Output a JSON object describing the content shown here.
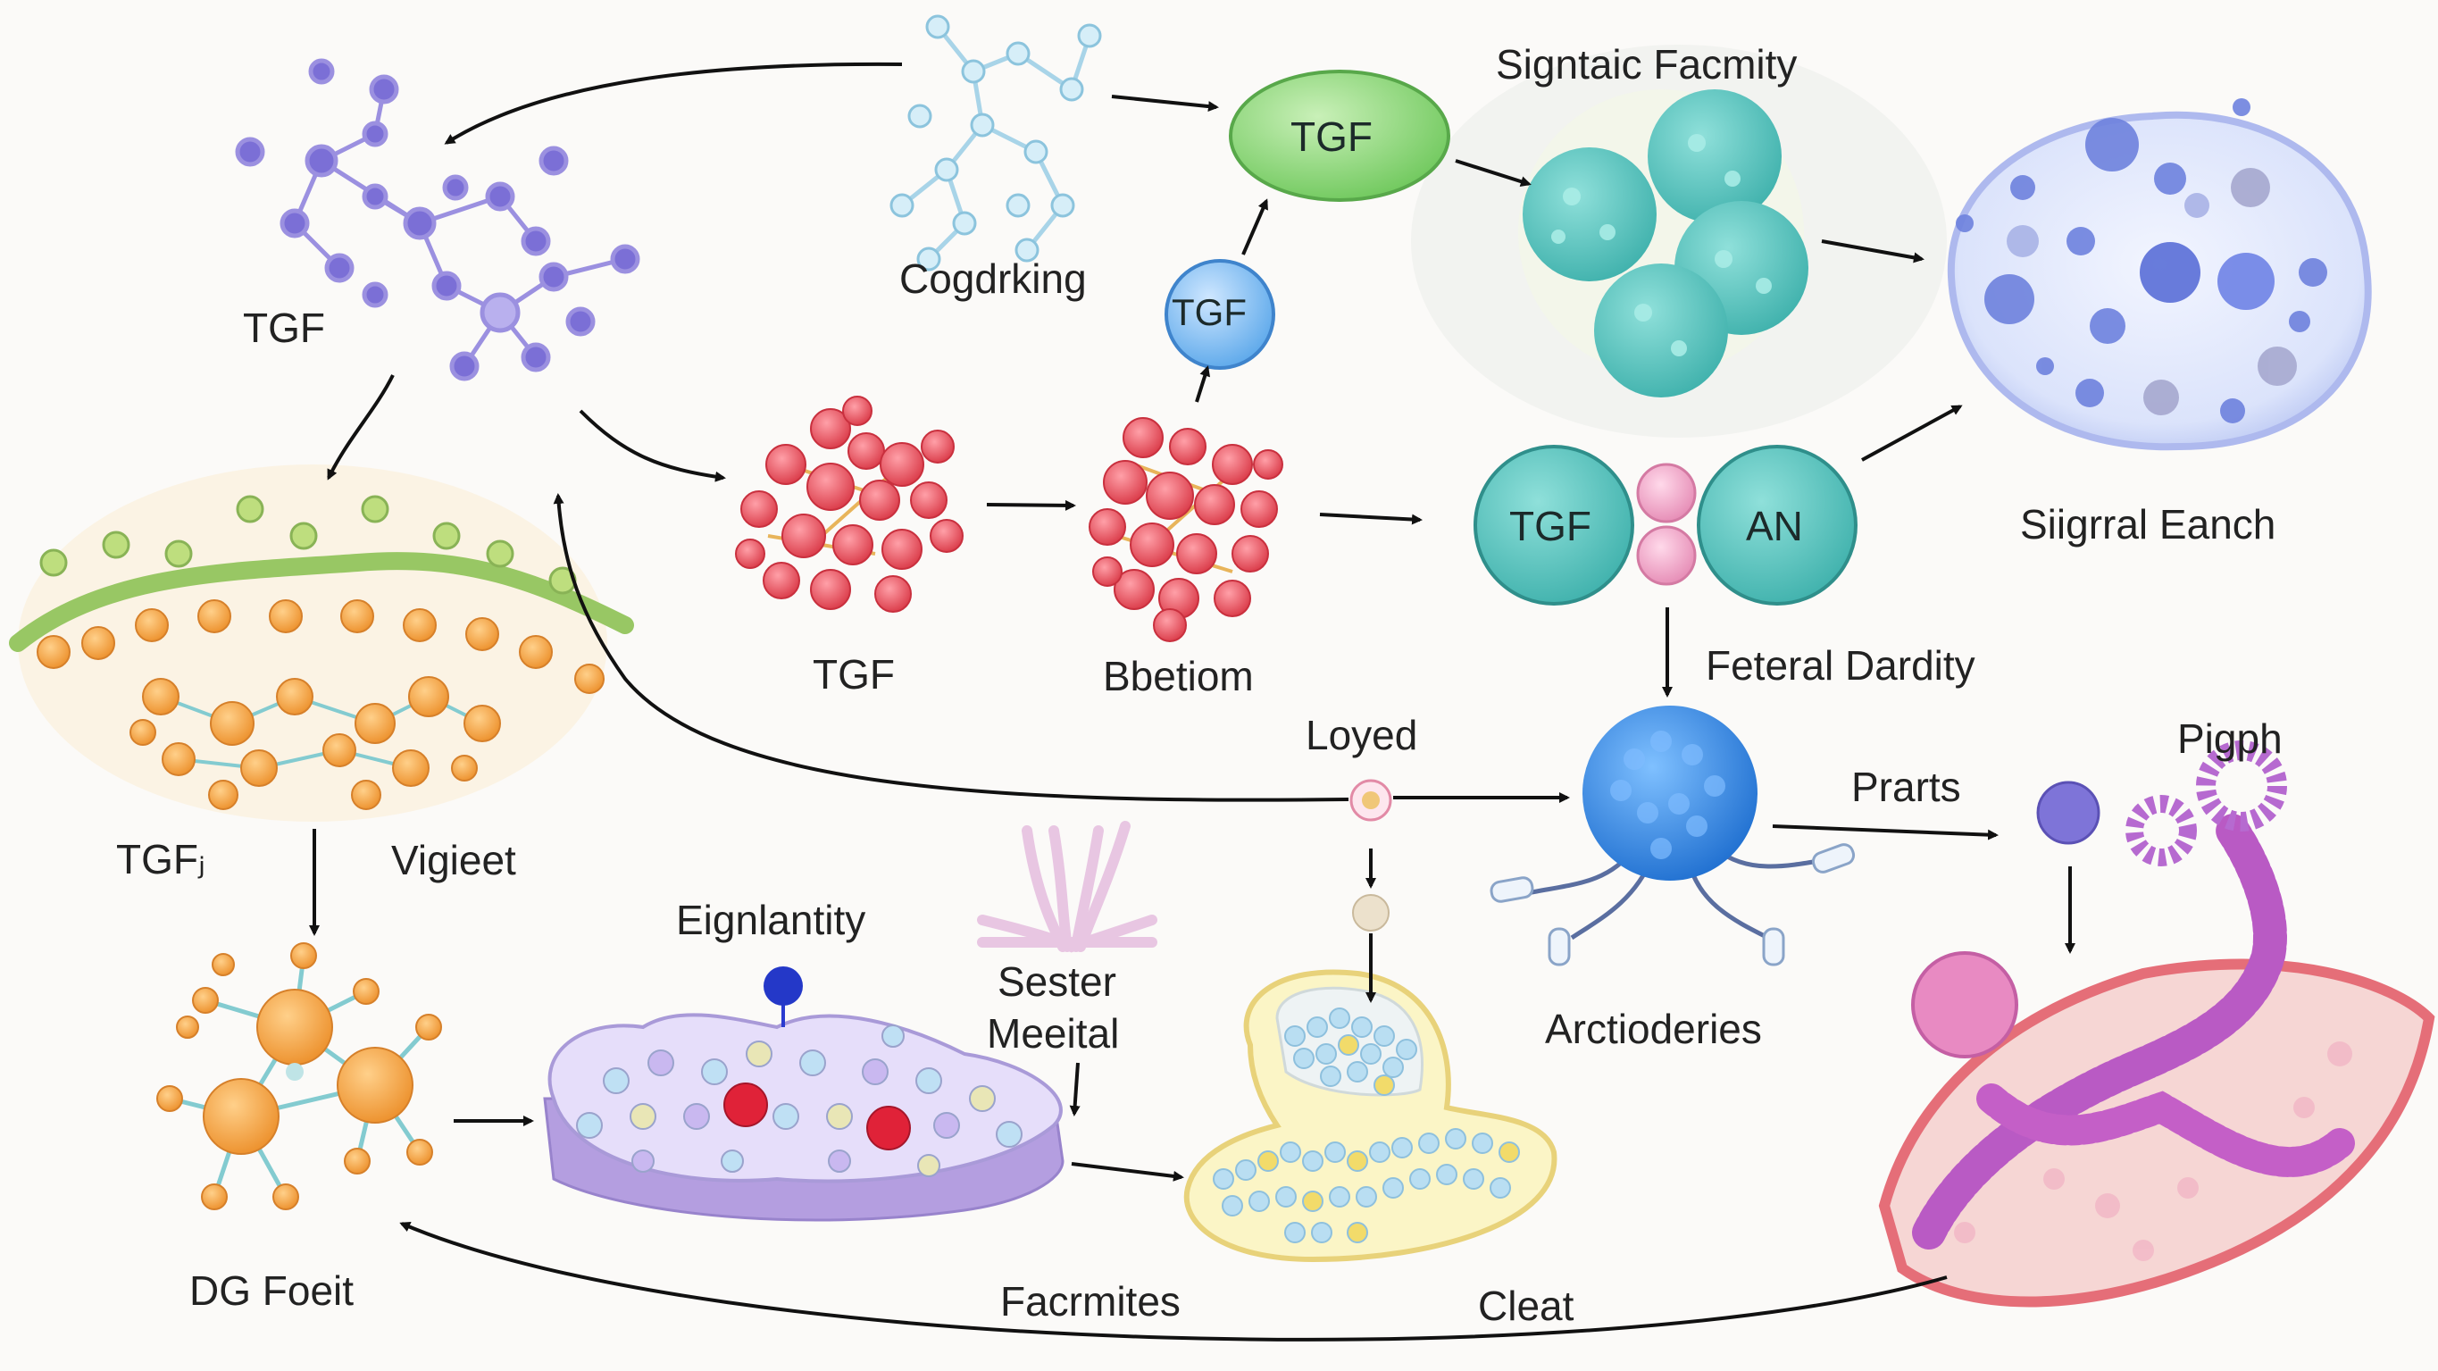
{
  "labels": {
    "tgf_top_left": "TGF",
    "cogdrking": "Cogdrking",
    "signtaic_facmity": "Signtaic Facmity",
    "sigrral_eanch": "Siigrral Eanch",
    "tgf_red": "TGF",
    "bbetiom": "Bbetiom",
    "feteral_dardity": "Feteral Dardity",
    "tgf_left_mid": "TGFⱼ",
    "vigieet": "Vigieet",
    "loyed": "Loyed",
    "prarts": "Prarts",
    "pigph": "Pigph",
    "eignlantity": "Eignlantity",
    "sester_line1": "Sester",
    "sester_line2": "Meeital",
    "arctioderies": "Arctioderies",
    "dg_foeit": "DG Foeit",
    "facrmites": "Facrmites",
    "cleat": "Cleat"
  },
  "nodes": {
    "tgf_green": "TGF",
    "tgf_blue_small": "TGF",
    "tgf_teal": "TGF",
    "an_teal": "AN"
  },
  "colors": {
    "purple_molecule": "#7b6fd6",
    "light_blue_molecule": "#a8d4e8",
    "green_oval": "#9ad88a",
    "teal_cluster": "#5cc7c0",
    "red_cluster": "#e8505a",
    "teal_circle": "#5cbdb9",
    "pink_circle": "#f2a8c8",
    "blue_sphere": "#3b8fe0",
    "orange_cluster": "#f3a64a",
    "lavender_membrane": "#b9a8e6",
    "yellow_vesicle": "#f2e28a",
    "magenta_tissue": "#c45fc7",
    "arrow": "#111111"
  }
}
